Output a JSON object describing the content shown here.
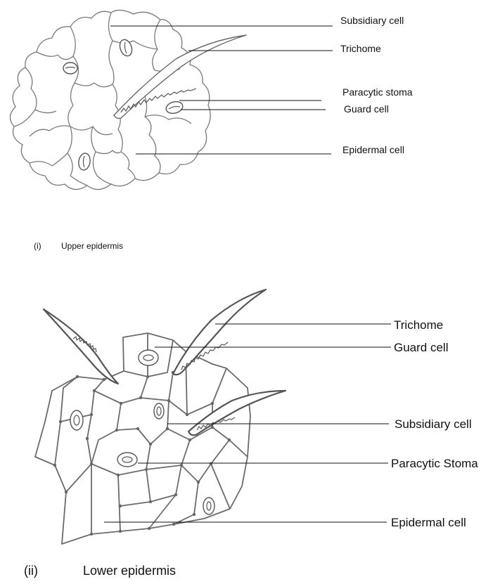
{
  "upper": {
    "labels": {
      "subsidiary": "Subsidiary cell",
      "trichome": "Trichome",
      "stoma": "Paracytic stoma",
      "guard": "Guard cell",
      "epidermal": "Epidermal cell"
    },
    "caption_num": "(i)",
    "caption_text": "Upper epidermis"
  },
  "lower": {
    "labels": {
      "trichome": "Trichome",
      "guard": "Guard cell",
      "subsidiary": "Subsidiary cell",
      "stoma": "Paracytic Stoma",
      "epidermal": "Epidermal cell"
    },
    "caption_num": "(ii)",
    "caption_text": "Lower epidermis"
  }
}
